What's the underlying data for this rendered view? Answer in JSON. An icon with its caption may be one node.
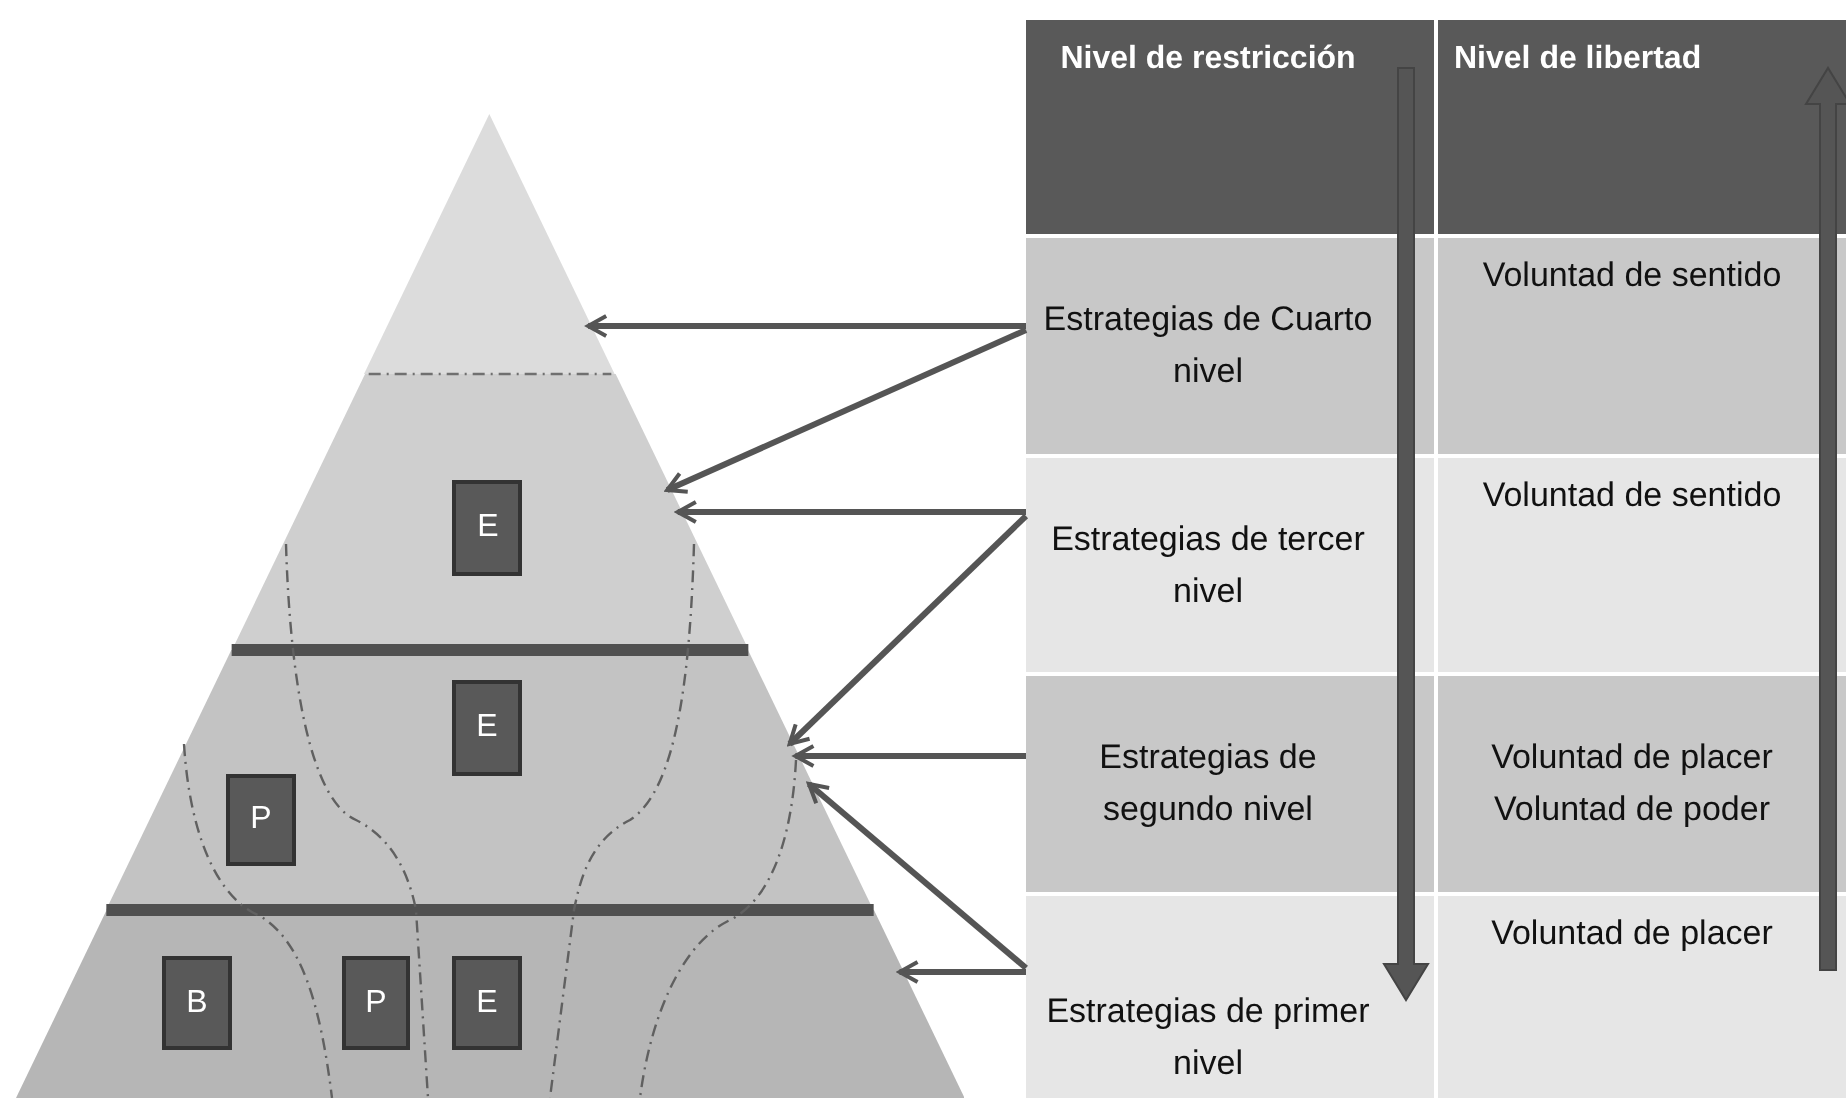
{
  "diagram": {
    "nodes": [
      {
        "text": [],
        "shape": "triangle"
      },
      {
        "text": [],
        "shape": "band"
      },
      {
        "text": [
          "E"
        ],
        "in": 1
      },
      {
        "text": [],
        "shape": "band"
      },
      {
        "text": [
          "E"
        ],
        "in": 3
      },
      {
        "text": [
          "P"
        ],
        "in": 3
      },
      {
        "text": [],
        "shape": "band"
      },
      {
        "text": [
          "B"
        ],
        "in": 6
      },
      {
        "text": [
          "P"
        ],
        "in": 6
      },
      {
        "text": [
          "E"
        ],
        "in": 6
      },
      {
        "text": [
          "Nivel de restricción"
        ]
      },
      {
        "text": [
          "Nivel de libertad"
        ]
      },
      {
        "text": [
          "Estrategias de Cuarto nivel"
        ]
      },
      {
        "text": [
          "Voluntad de sentido"
        ]
      },
      {
        "text": [
          "Estrategias de tercer nivel"
        ]
      },
      {
        "text": [
          "Voluntad de sentido"
        ]
      },
      {
        "text": [
          "Estrategias de segundo nivel"
        ]
      },
      {
        "text": [
          "Voluntad de placer",
          "Voluntad de poder"
        ]
      },
      {
        "text": [
          "Estrategias de primer nivel"
        ]
      },
      {
        "text": [
          "Voluntad de placer"
        ]
      }
    ],
    "edges": [
      {
        "from": 12,
        "to": 0,
        "arrow": "to"
      },
      {
        "from": 12,
        "to": 1,
        "arrow": "to"
      },
      {
        "from": 14,
        "to": 1,
        "arrow": "to"
      },
      {
        "from": 14,
        "to": 3,
        "arrow": "to"
      },
      {
        "from": 16,
        "to": 3,
        "arrow": "to"
      },
      {
        "from": 18,
        "to": 6,
        "arrow": "to"
      },
      {
        "from": 18,
        "to": 3,
        "arrow": "to"
      }
    ]
  }
}
